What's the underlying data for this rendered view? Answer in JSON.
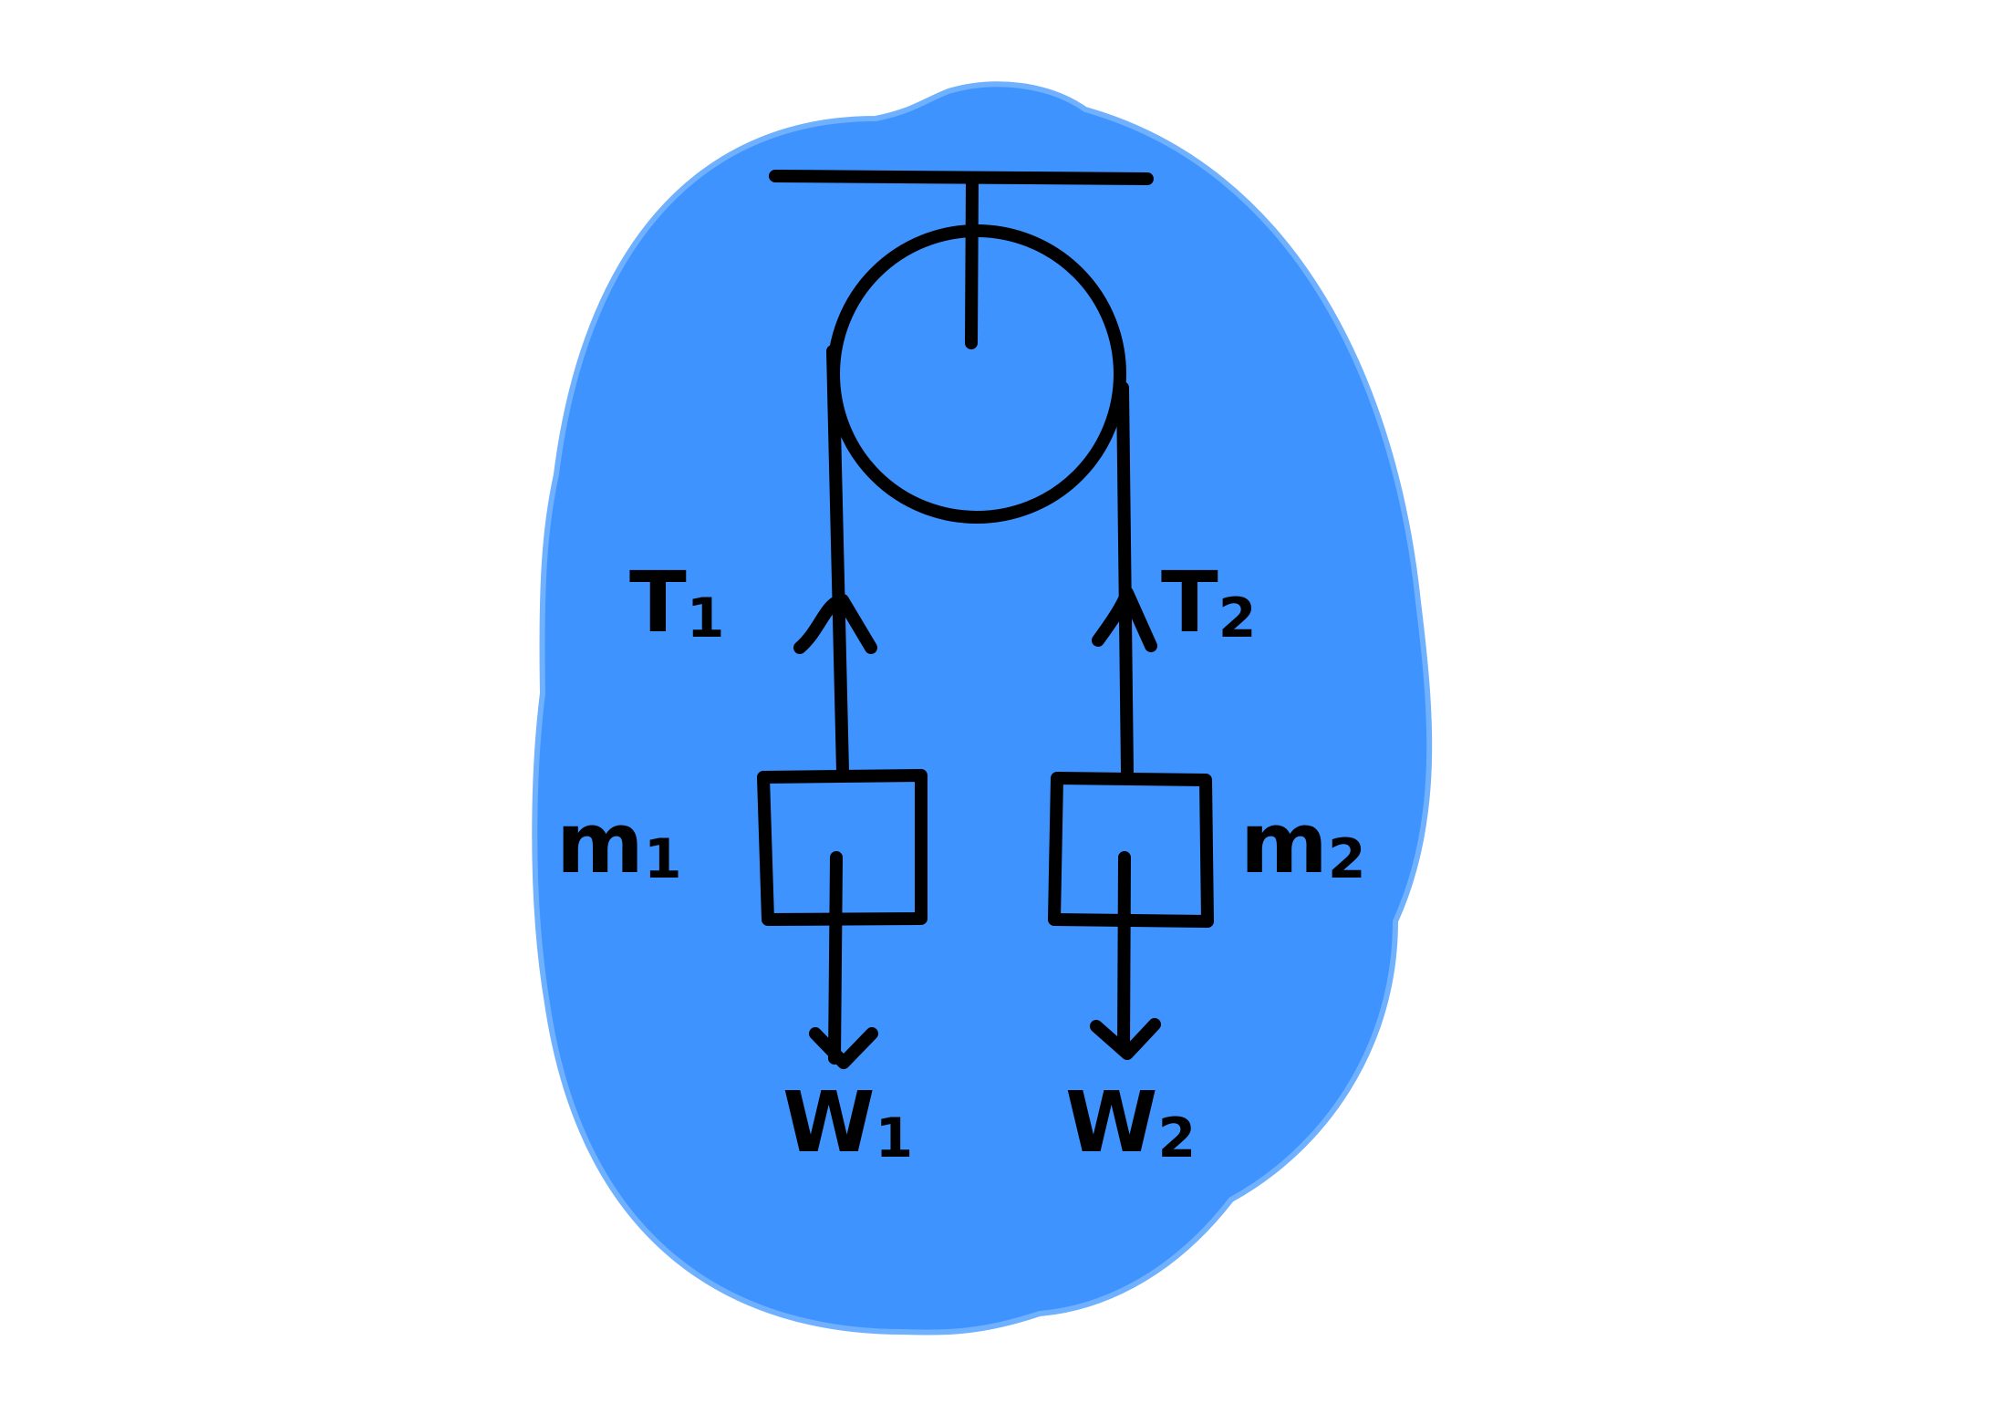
{
  "colors": {
    "background": "#ffffff",
    "blob": "#3f93ff",
    "blob_outline": "#6fb0ff",
    "ink": "#000000"
  },
  "labels": {
    "t1": {
      "main": "T",
      "sub": "1"
    },
    "t2": {
      "main": "T",
      "sub": "2"
    },
    "m1": {
      "main": "m",
      "sub": "1"
    },
    "m2": {
      "main": "m",
      "sub": "2"
    },
    "w1": {
      "main": "W",
      "sub": "1"
    },
    "w2": {
      "main": "W",
      "sub": "2"
    }
  }
}
